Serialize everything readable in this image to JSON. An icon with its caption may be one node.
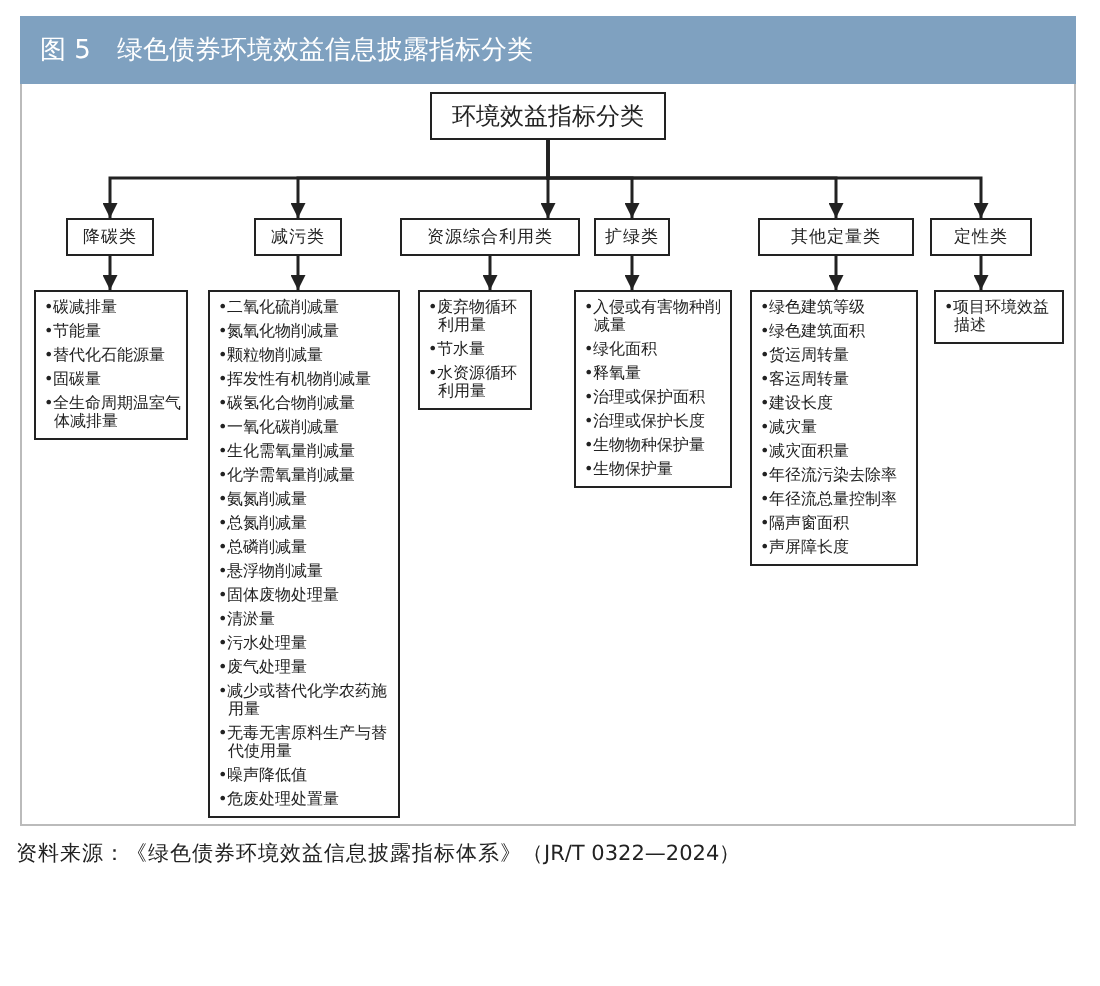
{
  "diagram": {
    "title": "图 5　绿色债券环境效益信息披露指标分类",
    "caption": "资料来源：《绿色债券环境效益信息披露指标体系》（JR/T 0322—2024）",
    "nodes": [
      {
        "text": [
          "环境效益指标分类"
        ]
      },
      {
        "text": [
          "降碳类"
        ]
      },
      {
        "text": [
          "减污类"
        ]
      },
      {
        "text": [
          "资源综合利用类"
        ]
      },
      {
        "text": [
          "扩绿类"
        ]
      },
      {
        "text": [
          "其他定量类"
        ]
      },
      {
        "text": [
          "定性类"
        ]
      },
      {
        "text": [
          "•碳减排量",
          "•节能量",
          "•替代化石能源量",
          "•固碳量",
          "•全生命周期温室气体减排量"
        ]
      },
      {
        "text": [
          "•二氧化硫削减量",
          "•氮氧化物削减量",
          "•颗粒物削减量",
          "•挥发性有机物削减量",
          "•碳氢化合物削减量",
          "•一氧化碳削减量",
          "•生化需氧量削减量",
          "•化学需氧量削减量",
          "•氨氮削减量",
          "•总氮削减量",
          "•总磷削减量",
          "•悬浮物削减量",
          "•固体废物处理量",
          "•清淤量",
          "•污水处理量",
          "•废气处理量",
          "•减少或替代化学农药施用量",
          "•无毒无害原料生产与替代使用量",
          "•噪声降低值",
          "•危废处理处置量"
        ]
      },
      {
        "text": [
          "•废弃物循环利用量",
          "•节水量",
          "•水资源循环利用量"
        ]
      },
      {
        "text": [
          "•入侵或有害物种削减量",
          "•绿化面积",
          "•释氧量",
          "•治理或保护面积",
          "•治理或保护长度",
          "•生物物种保护量",
          "•生物保护量"
        ]
      },
      {
        "text": [
          "•绿色建筑等级",
          "•绿色建筑面积",
          "•货运周转量",
          "•客运周转量",
          "•建设长度",
          "•减灾量",
          "•减灾面积量",
          "•年径流污染去除率",
          "•年径流总量控制率",
          "•隔声窗面积",
          "•声屏障长度"
        ]
      },
      {
        "text": [
          "•项目环境效益描述"
        ]
      }
    ],
    "edges": [
      {
        "from": 0,
        "to": 1,
        "arrow": "to"
      },
      {
        "from": 0,
        "to": 2,
        "arrow": "to"
      },
      {
        "from": 0,
        "to": 3,
        "arrow": "to"
      },
      {
        "from": 0,
        "to": 4,
        "arrow": "to"
      },
      {
        "from": 0,
        "to": 5,
        "arrow": "to"
      },
      {
        "from": 0,
        "to": 6,
        "arrow": "to"
      },
      {
        "from": 1,
        "to": 7,
        "arrow": "to"
      },
      {
        "from": 2,
        "to": 8,
        "arrow": "to"
      },
      {
        "from": 3,
        "to": 9,
        "arrow": "to"
      },
      {
        "from": 4,
        "to": 10,
        "arrow": "to"
      },
      {
        "from": 5,
        "to": 11,
        "arrow": "to"
      },
      {
        "from": 6,
        "to": 12,
        "arrow": "to"
      }
    ]
  }
}
